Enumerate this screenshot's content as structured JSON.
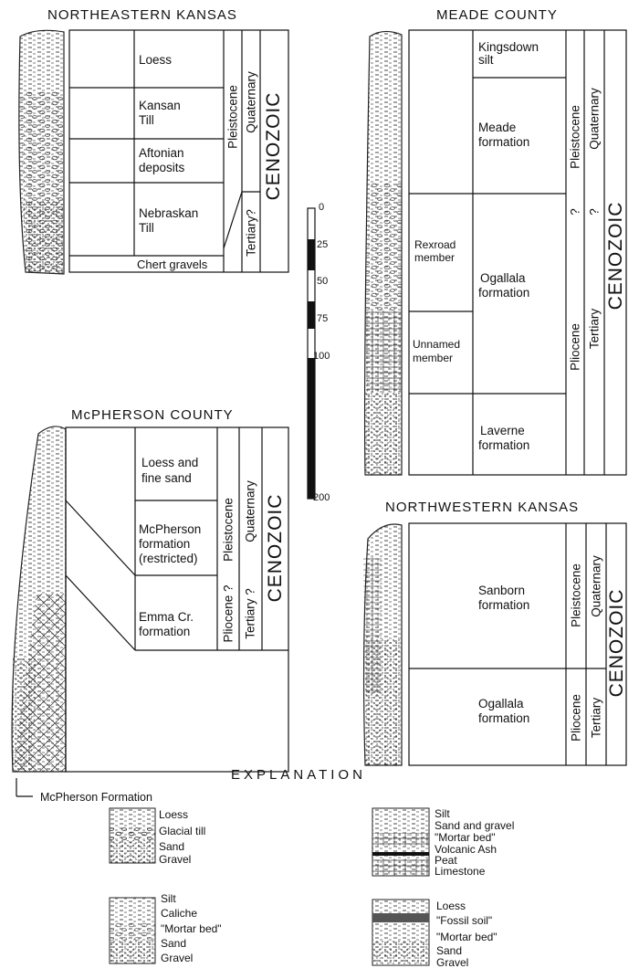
{
  "sections": {
    "ne": {
      "title": "NORTHEASTERN KANSAS",
      "units": [
        "Loess",
        "Kansan",
        "Till",
        "Aftonian",
        "deposits",
        "Nebraskan",
        "Till",
        "Chert gravels"
      ],
      "epochs": [
        "Pleistocene"
      ],
      "periods": [
        "Quaternary",
        "Tertiary?"
      ],
      "era": "CENOZOIC"
    },
    "mc": {
      "title": "McPHERSON COUNTY",
      "units": [
        "Loess and",
        "fine sand",
        "McPherson",
        "formation",
        "(restricted)",
        "Emma Cr.",
        "formation"
      ],
      "epochs": [
        "Pleistocene",
        "Pliocene ?"
      ],
      "periods": [
        "Quaternary",
        "Tertiary ?"
      ],
      "era": "CENOZOIC",
      "footnote": "McPherson Formation"
    },
    "meade": {
      "title": "MEADE COUNTY",
      "units": [
        "Kingsdown",
        "silt",
        "Meade",
        "formation",
        "Ogallala",
        "formation",
        "Laverne",
        "formation"
      ],
      "members": [
        "Rexroad",
        "member",
        "Unnamed",
        "member"
      ],
      "epochs": [
        "Pleistocene",
        "?",
        "Pliocene"
      ],
      "periods": [
        "Quaternary",
        "?",
        "Tertiary"
      ],
      "era": "CENOZOIC"
    },
    "nw": {
      "title": "NORTHWESTERN KANSAS",
      "units": [
        "Sanborn",
        "formation",
        "Ogallala",
        "formation"
      ],
      "epochs": [
        "Pleistocene",
        "Pliocene"
      ],
      "periods": [
        "Quaternary",
        "Tertiary"
      ],
      "era": "CENOZOIC"
    }
  },
  "scale": {
    "ticks": [
      "0",
      "25",
      "50",
      "75",
      "100",
      "200"
    ]
  },
  "explanation": {
    "title": "EXPLANATION",
    "legend1": [
      "Loess",
      "Glacial till",
      "Sand",
      "Gravel"
    ],
    "legend2": [
      "Silt",
      "Sand and gravel",
      "\"Mortar bed\"",
      "Volcanic Ash",
      "Peat",
      "Limestone"
    ],
    "legend3": [
      "Silt",
      "Caliche",
      "\"Mortar bed\"",
      "Sand",
      "Gravel"
    ],
    "legend4": [
      "Loess",
      "\"Fossil soil\"",
      "\"Mortar bed\"",
      "Sand",
      "Gravel"
    ]
  }
}
